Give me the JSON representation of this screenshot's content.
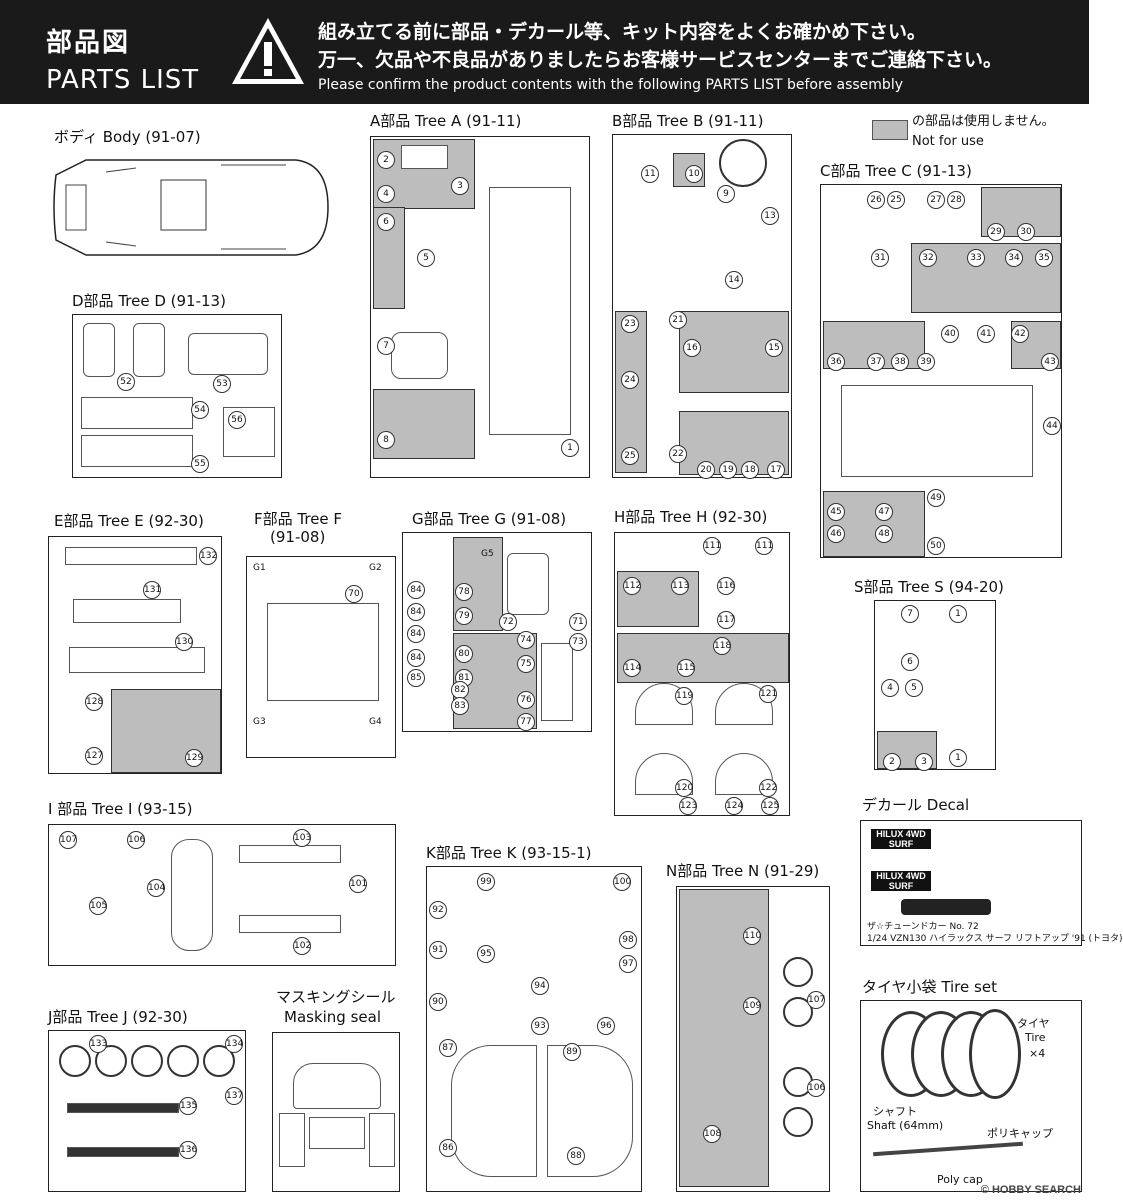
{
  "header": {
    "title_jp": "部品図",
    "title_en": "PARTS LIST",
    "msg_line1": "組み立てる前に部品・デカール等、キット内容をよくお確かめ下さい。",
    "msg_line2": "万一、欠品や不良品がありましたらお客様サービスセンターまでご連絡下さい。",
    "msg_line3": "Please confirm the product contents with the following PARTS LIST before assembly"
  },
  "legend": {
    "line1": "の部品は使用しません。",
    "line2": "Not for use"
  },
  "trees": {
    "body": "ボディ Body (91-07)",
    "a": "A部品 Tree A (91-11)",
    "b": "B部品 Tree B (91-11)",
    "c": "C部品 Tree C (91-13)",
    "d": "D部品 Tree D (91-13)",
    "e": "E部品 Tree E (92-30)",
    "f1": "F部品 Tree F",
    "f2": "(91-08)",
    "g": "G部品 Tree G (91-08)",
    "h": "H部品 Tree H (92-30)",
    "s": "S部品 Tree S (94-20)",
    "i": "I 部品 Tree I (93-15)",
    "k": "K部品 Tree K (93-15-1)",
    "n": "N部品 Tree N (91-29)",
    "j": "J部品 Tree J (92-30)",
    "mask1": "マスキングシール",
    "mask2": "Masking seal",
    "decal": "デカール Decal",
    "tire": "タイヤ小袋 Tire set"
  },
  "decal": {
    "line1": "ザ☆チューンドカー No. 72",
    "line2": "1/24 VZN130 ハイラックス サーフ リフトアップ '91 (トヨタ)",
    "hilux": "HILUX 4WD",
    "surf": "SURF"
  },
  "tire": {
    "tire_jp": "タイヤ",
    "tire_en": "Tire",
    "tire_qty": "×4",
    "shaft_jp": "シャフト",
    "shaft_en": "Shaft (64mm)",
    "cap_jp": "ポリキャップ",
    "cap_en": "Poly cap"
  },
  "g_labels": {
    "g1": "G1",
    "g2": "G2",
    "g3": "G3",
    "g4": "G4",
    "g5": "G5"
  },
  "watermark": "© HOBBY SEARCH"
}
